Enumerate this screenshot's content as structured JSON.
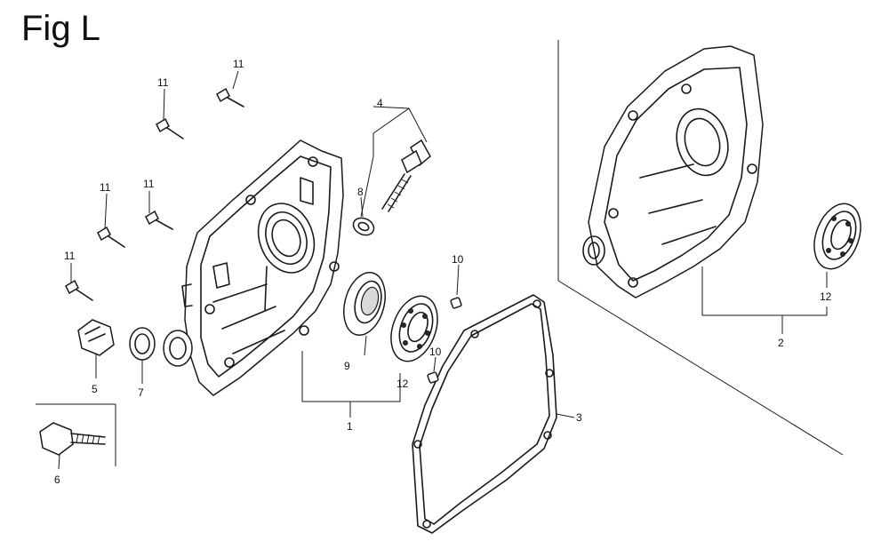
{
  "title": "Fig L",
  "labels": {
    "l1": "1",
    "l2": "2",
    "l3": "3",
    "l4": "4",
    "l5": "5",
    "l6": "6",
    "l7": "7",
    "l8": "8",
    "l9": "9",
    "l10a": "10",
    "l10b": "10",
    "l11a": "11",
    "l11b": "11",
    "l11c": "11",
    "l11d": "11",
    "l11e": "11",
    "l12a": "12",
    "l12b": "12"
  }
}
